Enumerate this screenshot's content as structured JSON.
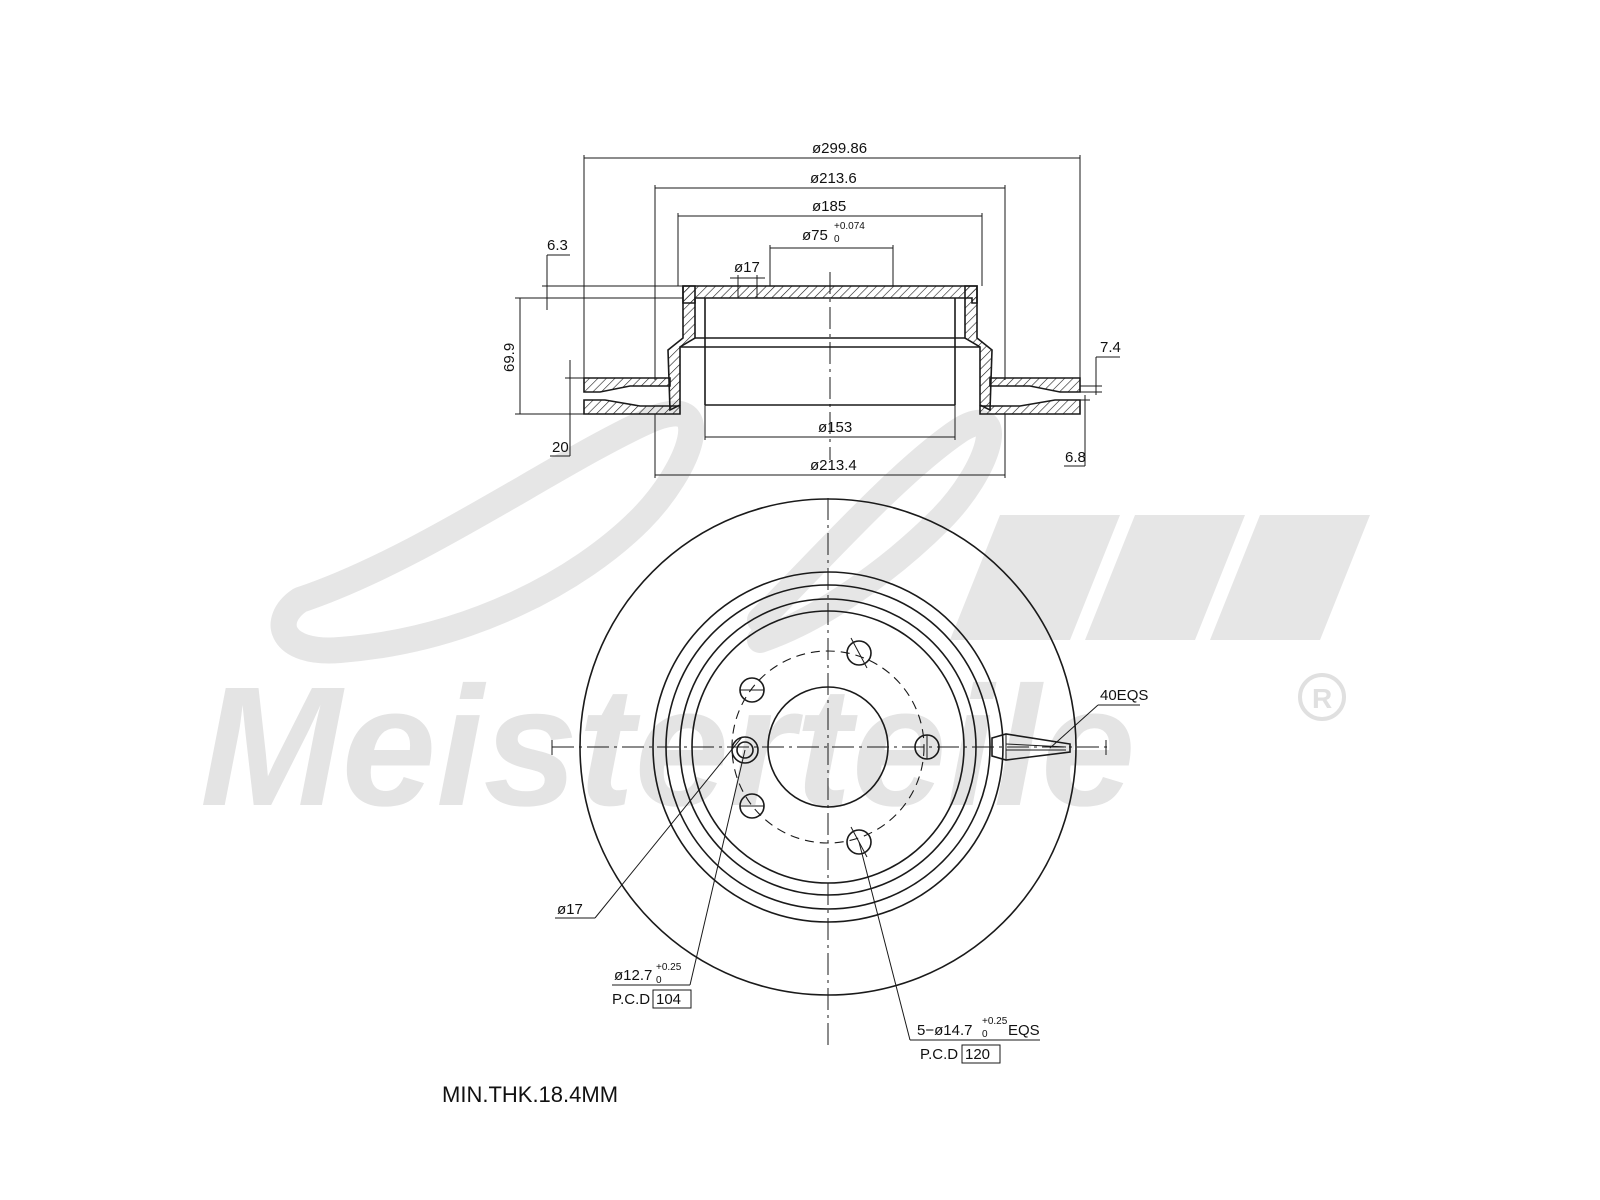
{
  "watermark": {
    "brand": "A.Z. Meisterteile",
    "word": "Meisterteile",
    "mark": "R"
  },
  "side_view": {
    "dim_outer_diameter": "ø299.86",
    "dim_hat_outer": "ø213.6",
    "dim_hat_face": "ø185",
    "dim_center_bore": "ø75",
    "dim_center_bore_tol_upper": "+0.074",
    "dim_center_bore_tol_lower": "0",
    "dim_hole": "ø17",
    "dim_hat_top_thk": "6.3",
    "dim_total_height": "69.9",
    "dim_friction_thk": "20",
    "dim_ring_inner": "ø153",
    "dim_hat_base": "ø213.4",
    "dim_ring_top": "7.4",
    "dim_ring_bottom": "6.8"
  },
  "front_view": {
    "label_vents": "40EQS",
    "label_hole17": "ø17",
    "label_pin_hole": "ø12.7",
    "label_pin_tol_upper": "+0.25",
    "label_pin_tol_lower": "0",
    "label_pcd_prefix": "P.C.D",
    "label_pcd_small": "104",
    "label_bolt_holes": "5−ø14.7",
    "label_bolt_tol_upper": "+0.25",
    "label_bolt_tol_lower": "0",
    "label_bolt_suffix": "EQS",
    "label_pcd_large": "120"
  },
  "note": "MIN.THK.18.4MM"
}
